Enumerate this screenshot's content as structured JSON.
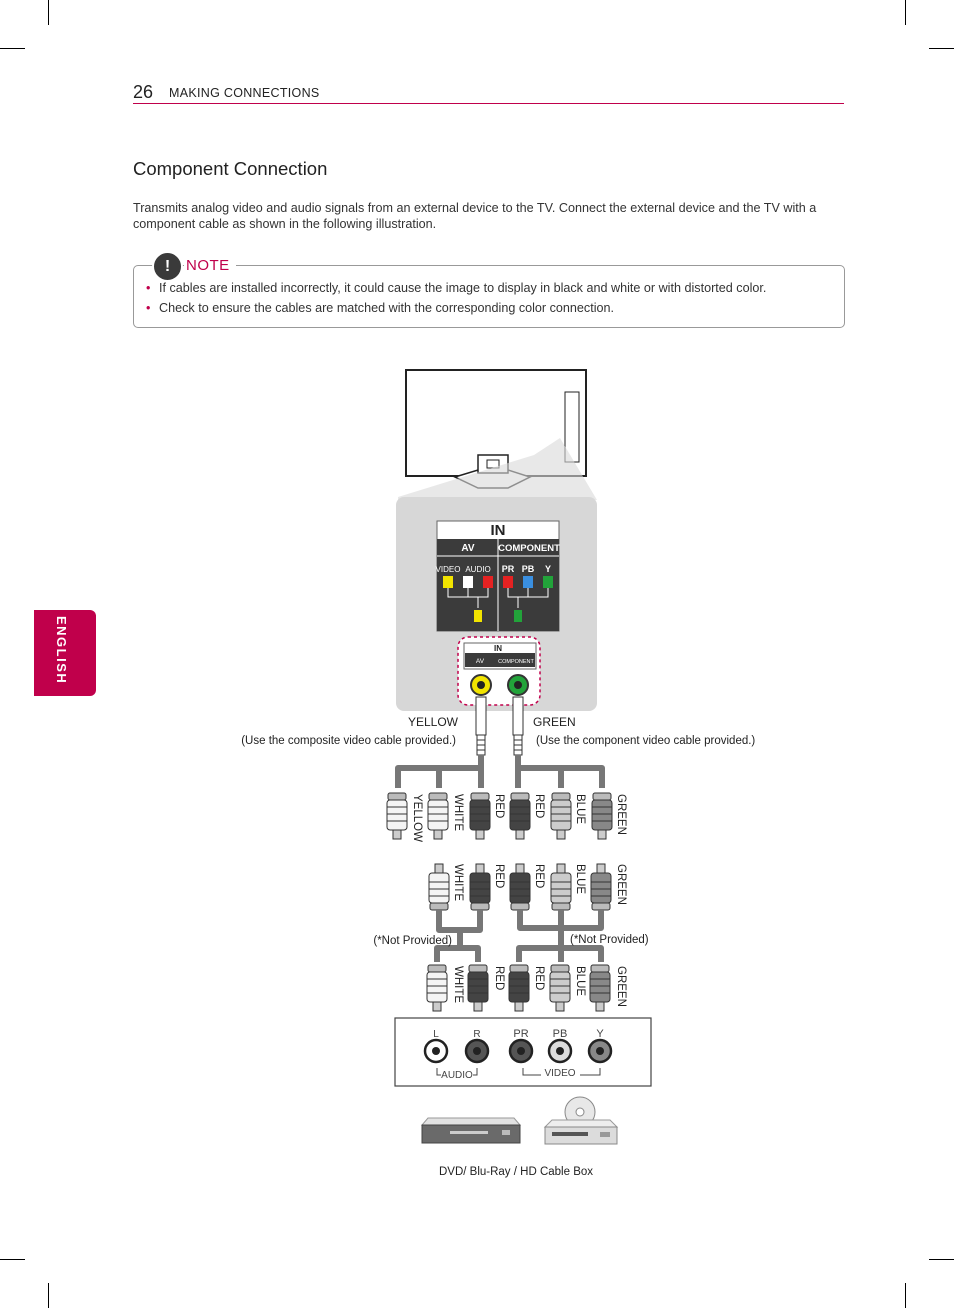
{
  "header": {
    "page_number": "26",
    "section": "MAKING CONNECTIONS"
  },
  "title": "Component Connection",
  "intro": "Transmits analog video and audio signals from an external device to the TV. Connect the external device and the TV with a component cable as shown in the following illustration.",
  "note": {
    "label": "NOTE",
    "items": [
      "If cables are installed incorrectly, it could cause the image to display in black and white or with distorted color.",
      "Check to ensure the cables are matched with the corresponding color connection."
    ]
  },
  "side_tab": "ENGLISH",
  "tv_panel": {
    "in": "IN",
    "av": "AV",
    "component": "COMPONENT",
    "video": "VIDEO",
    "audio": "AUDIO",
    "pr": "PR",
    "pb": "PB",
    "y": "Y",
    "small_in": "IN",
    "small_av": "AV",
    "small_component": "COMPONENT"
  },
  "labels": {
    "yellow": "YELLOW",
    "green": "GREEN",
    "composite_note": "(Use the composite video cable provided.)",
    "component_note": "(Use the component video cable provided.)",
    "not_provided_left": "(*Not Provided)",
    "not_provided_right": "(*Not Provided)",
    "white": "WHITE",
    "red": "RED",
    "blue": "BLUE",
    "device_caption": "DVD/ Blu-Ray / HD Cable Box"
  },
  "device_panel": {
    "l": "L",
    "r": "R",
    "pr": "PR",
    "pb": "PB",
    "y": "Y",
    "audio": "AUDIO",
    "video": "VIDEO"
  },
  "colors": {
    "accent": "#c0004b",
    "yellow": "#f2e400",
    "red": "#e52222",
    "green": "#22a33a",
    "blue": "#3a8fe0"
  }
}
